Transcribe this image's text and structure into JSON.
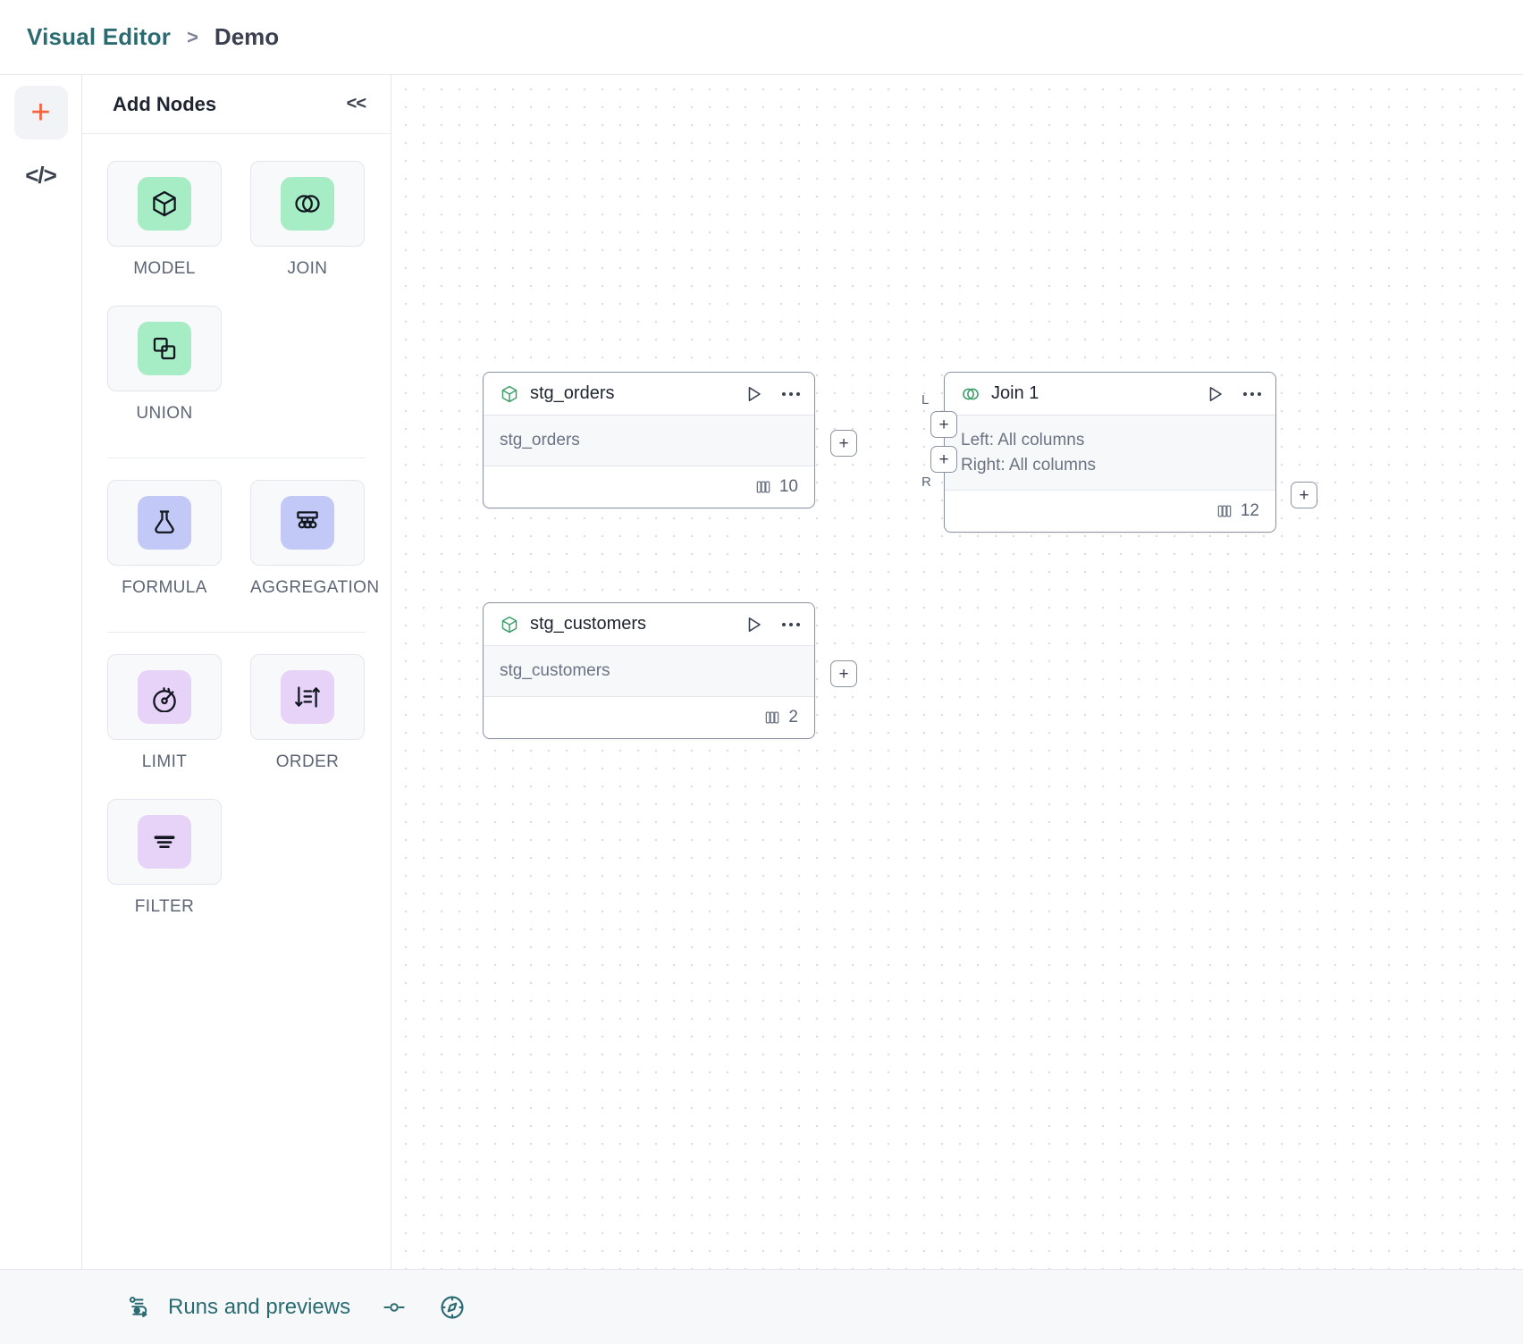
{
  "header": {
    "breadcrumb_root": "Visual Editor",
    "breadcrumb_separator": ">",
    "breadcrumb_leaf": "Demo"
  },
  "rail": {
    "add_icon": "plus-icon",
    "code_icon": "code-icon",
    "accent_color": "#f4653f"
  },
  "palette": {
    "title": "Add Nodes",
    "collapse_label": "<<",
    "groups": [
      {
        "items": [
          {
            "label": "MODEL",
            "icon": "cube-icon",
            "tile_color": "#a6ecc5"
          },
          {
            "label": "JOIN",
            "icon": "venn-circles-icon",
            "tile_color": "#a6ecc5"
          },
          {
            "label": "UNION",
            "icon": "overlapping-squares-icon",
            "tile_color": "#a6ecc5"
          }
        ]
      },
      {
        "items": [
          {
            "label": "FORMULA",
            "icon": "flask-icon",
            "tile_color": "#c3c9f7"
          },
          {
            "label": "AGGREGATION",
            "icon": "hierarchy-icon",
            "tile_color": "#c3c9f7"
          }
        ]
      },
      {
        "items": [
          {
            "label": "LIMIT",
            "icon": "gauge-icon",
            "tile_color": "#e7d3f8"
          },
          {
            "label": "ORDER",
            "icon": "sort-icon",
            "tile_color": "#e7d3f8"
          },
          {
            "label": "FILTER",
            "icon": "filter-icon",
            "tile_color": "#e7d3f8"
          }
        ]
      }
    ]
  },
  "canvas": {
    "nodes": [
      {
        "id": "stg_orders",
        "title": "stg_orders",
        "icon": "cube-icon",
        "subtitle": "stg_orders",
        "column_count": "10",
        "run_icon": "play-icon",
        "menu_icon": "more-options-icon",
        "columns_icon": "columns-icon"
      },
      {
        "id": "stg_customers",
        "title": "stg_customers",
        "icon": "cube-icon",
        "subtitle": "stg_customers",
        "column_count": "2",
        "run_icon": "play-icon",
        "menu_icon": "more-options-icon",
        "columns_icon": "columns-icon"
      },
      {
        "id": "join_1",
        "title": "Join 1",
        "icon": "venn-circles-icon",
        "left_line": "Left: All columns",
        "right_line": "Right: All columns",
        "column_count": "12",
        "run_icon": "play-icon",
        "menu_icon": "more-options-icon",
        "columns_icon": "columns-icon",
        "input_port_left_label": "L",
        "input_port_right_label": "R"
      }
    ],
    "port_label": "+"
  },
  "bottombar": {
    "runs_label": "Runs and previews",
    "runs_icon": "flow-run-icon",
    "slider_icon": "slider-toggle-icon",
    "compass_icon": "compass-icon",
    "accent_color": "#2a6b72"
  }
}
